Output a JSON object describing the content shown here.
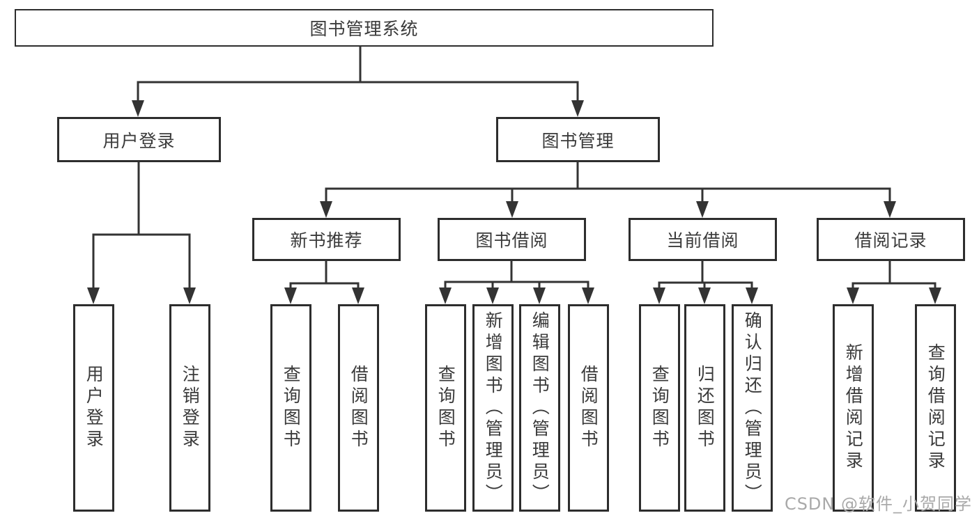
{
  "diagram_title": "图书管理系统",
  "nodes": {
    "root": {
      "label": "图书管理系统"
    },
    "level2": [
      {
        "label": "用户登录"
      },
      {
        "label": "图书管理"
      }
    ],
    "level3": [
      {
        "label": "新书推荐"
      },
      {
        "label": "图书借阅"
      },
      {
        "label": "当前借阅"
      },
      {
        "label": "借阅记录"
      }
    ],
    "leaves_login": [
      {
        "label": "用户登录"
      },
      {
        "label": "注销登录"
      }
    ],
    "leaves_new_books": [
      {
        "label": "查询图书"
      },
      {
        "label": "借阅图书"
      }
    ],
    "leaves_borrow": [
      {
        "label": "查询图书"
      },
      {
        "label": "新增图书（管理员）"
      },
      {
        "label": "编辑图书（管理员）"
      },
      {
        "label": "借阅图书"
      }
    ],
    "leaves_current": [
      {
        "label": "查询图书"
      },
      {
        "label": "归还图书"
      },
      {
        "label": "确认归还（管理员）"
      }
    ],
    "leaves_records": [
      {
        "label": "新增借阅记录"
      },
      {
        "label": "查询借阅记录"
      }
    ]
  },
  "watermark": {
    "text": "CSDN @软件_小贺同学"
  },
  "colors": {
    "line": "#333333",
    "box_border": "#2d2d2d",
    "box_background": "#ffffff",
    "text": "#3a3a3a",
    "watermark": "#a9a9a9",
    "page_background": "#ffffff"
  }
}
